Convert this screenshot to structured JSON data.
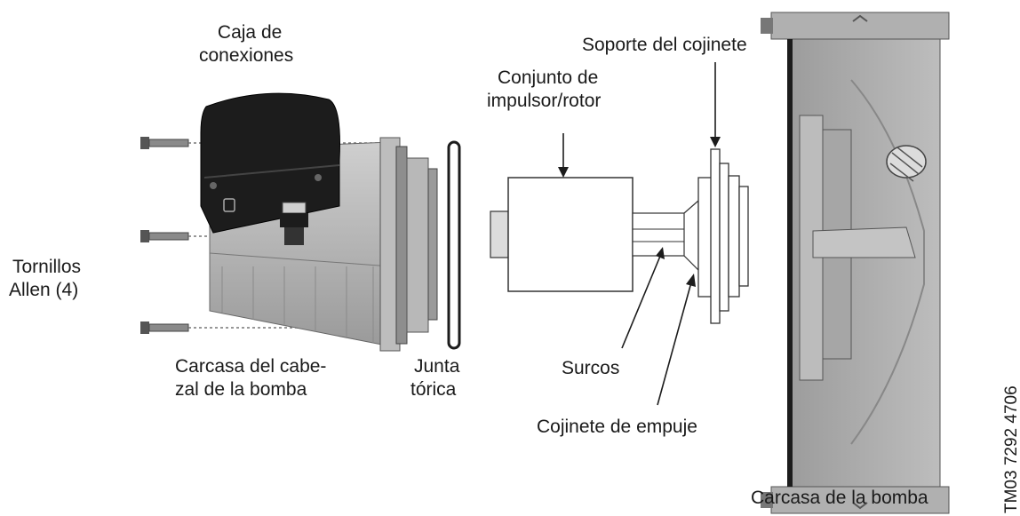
{
  "labels": {
    "junction_box": [
      "Caja de",
      "conexiones"
    ],
    "bearing_plate": "Soporte del cojinete",
    "impeller_rotor": [
      "Conjunto de",
      "impulsor/rotor"
    ],
    "allen_screws": [
      "Tornillos",
      "Allen (4)"
    ],
    "pump_head": [
      "Carcasa del cabe-",
      "zal de la bomba"
    ],
    "o_ring": [
      "Junta",
      "tórica"
    ],
    "grooves": "Surcos",
    "thrust_bearing": "Cojinete de empuje",
    "pump_housing": "Carcasa de la bomba"
  },
  "drawing_code": "TM03 7292 4706",
  "colors": {
    "dark": "#1c1c1c",
    "grey": "#a4a4a4",
    "light_grey": "#cfcfcf",
    "outline": "#333333"
  }
}
